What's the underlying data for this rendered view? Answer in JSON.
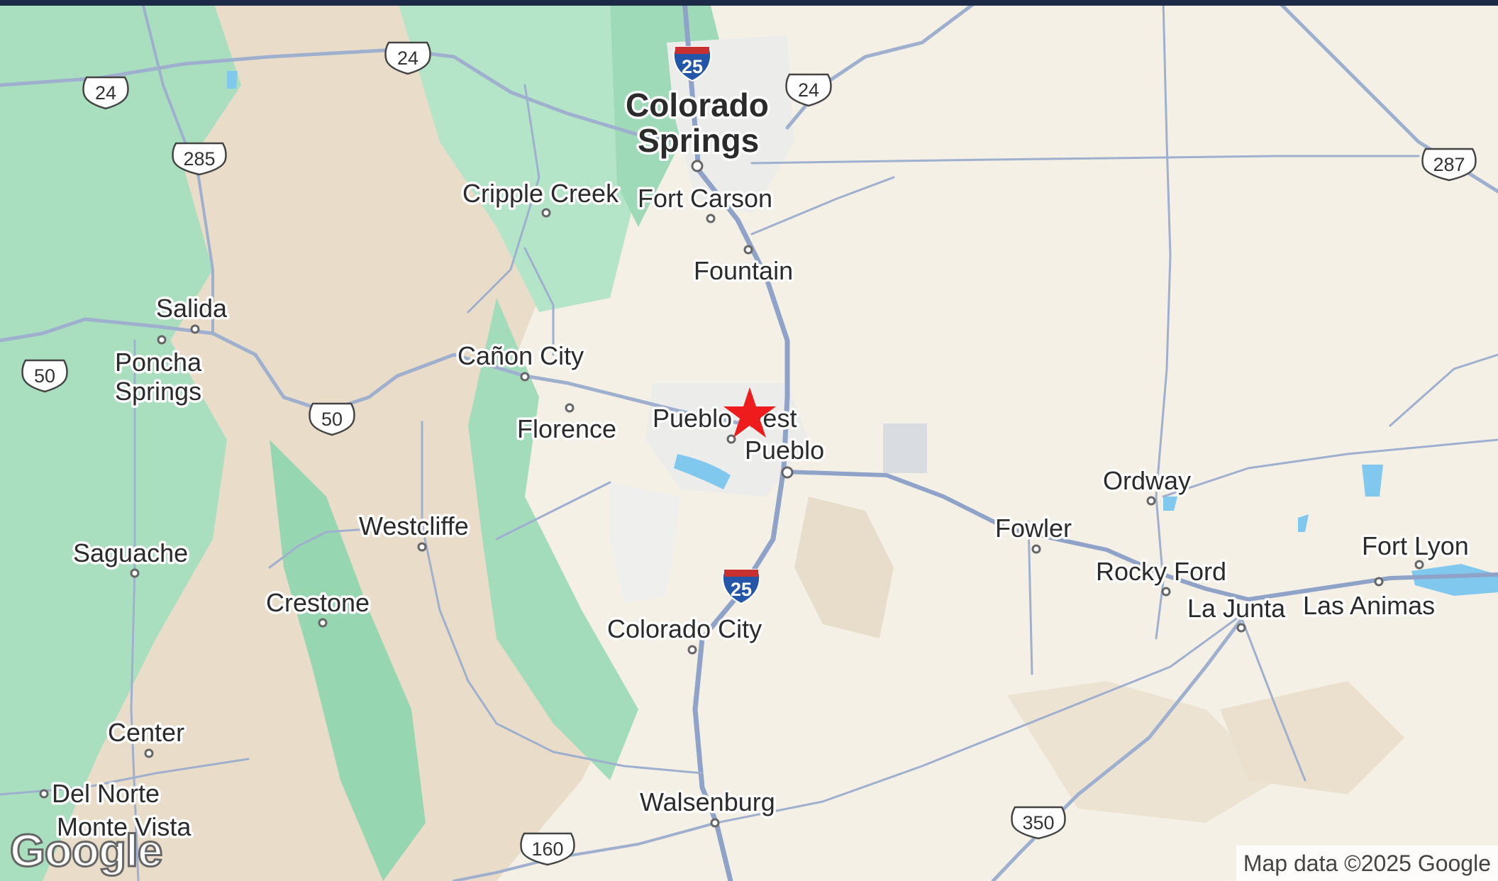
{
  "map": {
    "marker": {
      "symbol": "red-star",
      "color": "#ee1c1c"
    },
    "colors": {
      "land": "#f5f0e6",
      "forest": "#a8e0bf",
      "forest_dark": "#7fcf9c",
      "mountain": "#e6d6bf",
      "water": "#80c8ee",
      "road": "#9fb0cf",
      "highway": "#8fa3c9",
      "urban": "#e8e8e6"
    },
    "places": {
      "colorado_springs_1": "Colorado",
      "colorado_springs_2": "Springs",
      "cripple_creek": "Cripple Creek",
      "fort_carson": "Fort Carson",
      "fountain": "Fountain",
      "salida": "Salida",
      "poncha_springs_1": "Poncha",
      "poncha_springs_2": "Springs",
      "canon_city": "Cañon City",
      "florence": "Florence",
      "pueblo_west": "Pueblo West",
      "pueblo": "Pueblo",
      "ordway": "Ordway",
      "westcliffe": "Westcliffe",
      "fowler": "Fowler",
      "saguache": "Saguache",
      "fort_lyon": "Fort Lyon",
      "rocky_ford": "Rocky Ford",
      "la_junta": "La Junta",
      "las_animas": "Las Animas",
      "crestone": "Crestone",
      "colorado_city": "Colorado City",
      "center": "Center",
      "del_norte": "Del Norte",
      "monte_vista": "Monte Vista",
      "walsenburg": "Walsenburg"
    },
    "shields": {
      "us24_a": "24",
      "us24_b": "24",
      "us24_c": "24",
      "us285": "285",
      "us50_a": "50",
      "us50_b": "50",
      "us287": "287",
      "us350": "350",
      "us160": "160",
      "i25_a": "25",
      "i25_b": "25"
    },
    "attribution": "Map data ©2025 Google",
    "logo": "Google"
  }
}
